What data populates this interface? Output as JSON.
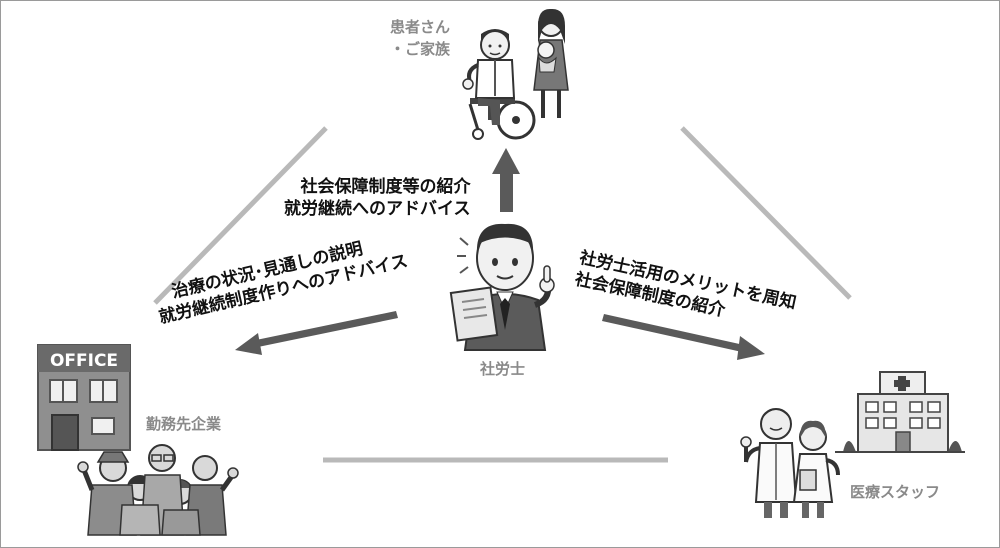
{
  "nodes": {
    "patient_label_line1": "患者さん",
    "patient_label_line2": "・ご家族",
    "consultant_label": "社労士",
    "company_label": "勤務先企業",
    "medical_label": "医療スタッフ",
    "office_sign": "OFFICE"
  },
  "messages": {
    "to_patient": [
      "社会保障制度等の紹介",
      "就労継続へのアドバイス"
    ],
    "to_company": [
      "治療の状況･見通しの説明",
      "就労継続制度作りへのアドバイス"
    ],
    "to_medical": [
      "社労士活用のメリットを周知",
      "社会保障制度の紹介"
    ]
  },
  "colors": {
    "arrow": "#5a5a5a",
    "triangle_line": "#b9b9b9",
    "label_gray": "#8a8a8a",
    "text": "#111111"
  }
}
